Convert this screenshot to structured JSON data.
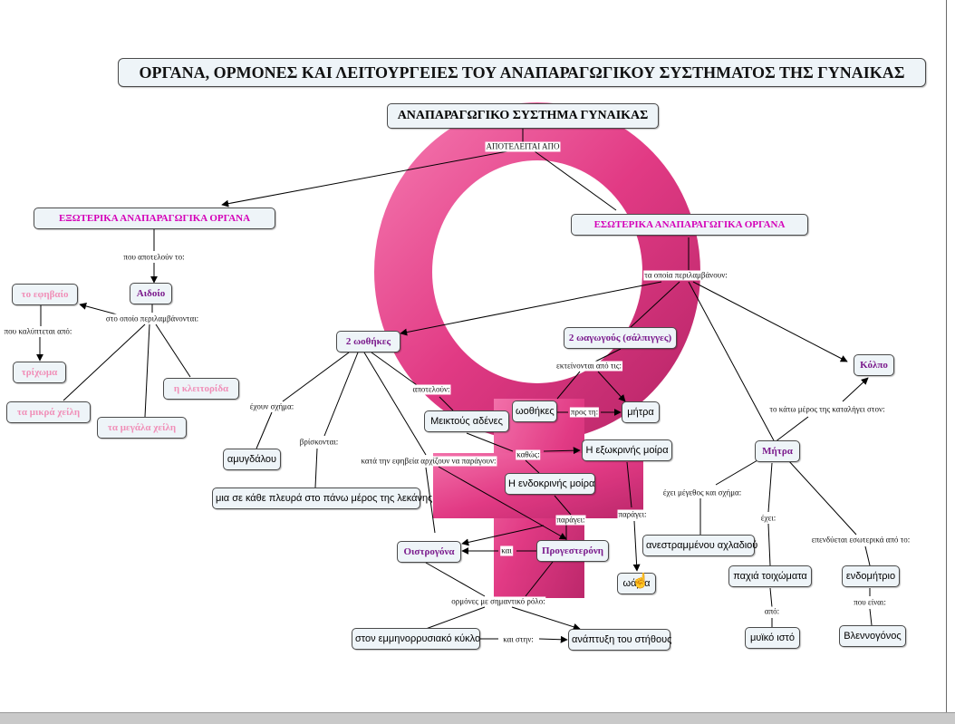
{
  "title": "ΟΡΓΑΝΑ, ΟΡΜΟΝΕΣ ΚΑΙ ΛΕΙΤΟΥΡΓΕΙΕΣ ΤΟΥ ΑΝΑΠΑΡΑΓΩΓΙΚΟΥ ΣΥΣΤΗΜΑΤΟΣ ΤΗΣ ΓΥΝΑΙΚΑΣ",
  "colors": {
    "background_symbol": "#e0307e",
    "node_fill": "#eef4f8",
    "purple": "#7a1a8c",
    "magenta": "#d400b8",
    "pink": "#f08fb8"
  },
  "nodes": {
    "root": "ΑΝΑΠΑΡΑΓΩΓΙΚΟ ΣΥΣΤΗΜΑ ΓΥΝΑΙΚΑΣ",
    "external": "ΕΞΩΤΕΡΙΚΑ ΑΝΑΠΑΡΑΓΩΓΙΚΑ ΟΡΓΑΝΑ",
    "internal": "ΕΣΩΤΕΡΙΚΑ ΑΝΑΠΑΡΑΓΩΓΙΚΑ ΟΡΓΑΝΑ",
    "aidoio": "Αιδοίο",
    "efivaio": "το εφηβαίο",
    "trixoma": "τρίχωμα",
    "mikra": "τα μικρά χείλη",
    "megala": "τα μεγάλα χείλη",
    "kleitorida": "η κλειτορίδα",
    "oothikes2": "2 ωοθήκες",
    "amygdalou": "αμυγδάλου",
    "pleura": "μια σε κάθε πλευρά στο πάνω μέρος της λεκάνης",
    "miktous": "Μεικτούς αδένες",
    "salpigges": "2 ωαγωγούς (σάλπιγγες)",
    "oothikes": "ωοθήκες",
    "mitra_small": "μήτρα",
    "kolpo": "Κόλπο",
    "exokrini": "Η εξωκρινής μοίρα",
    "endokrini": "Η ενδοκρινής μοίρα",
    "oistrogona": "Οιστρογόνα",
    "progesteroni": "Προγεστερόνη",
    "ovaria": "ωάρια",
    "emmino": "στον εμμηνορρυσιακό κύκλο",
    "anaptyxi": "ανάπτυξη του στήθους",
    "mitra": "Μήτρα",
    "axladiou": "ανεστραμμένου αχλαδιού",
    "paxia": "παχιά τοιχώματα",
    "mygo": "μυϊκό ιστό",
    "endomitrio": "ενδομήτριο",
    "vlennogonos": "Βλεννογόνος"
  },
  "links": {
    "apoteleitai": "ΑΠΟΤΕΛΕΙΤΑΙ ΑΠΟ",
    "apotelountai": "που αποτελούν το:",
    "periLeft": "στο οποίο περιλαμβάνονται:",
    "kalyptetai": "που καλύπτεται από:",
    "periRight": "τα οποία περιλαμβάνουν:",
    "sxima": "έχουν σχήμα:",
    "vriskontai": "βρίσκονται:",
    "apoteloun": "αποτελούν:",
    "efiveia": "κατά την εφηβεία αρχίζουν να παράγουν:",
    "ekteinontai": "εκτείνονται από τις:",
    "pros": "προς τη:",
    "kathos": "καθώς:",
    "paragei1": "παράγει:",
    "paragei2": "παράγει:",
    "kai1": "και",
    "ormones": "ορμόνες με σημαντικό ρόλο:",
    "kai_stin": "και στην:",
    "kato": "το κάτω μέρος της καταλήγει στον:",
    "megethos": "έχει μέγεθος και σχήμα:",
    "exei": "έχει:",
    "apo": "από:",
    "endyetai": "επενδύεται εσωτερικά από το:",
    "pou_einai": "που είναι:"
  }
}
